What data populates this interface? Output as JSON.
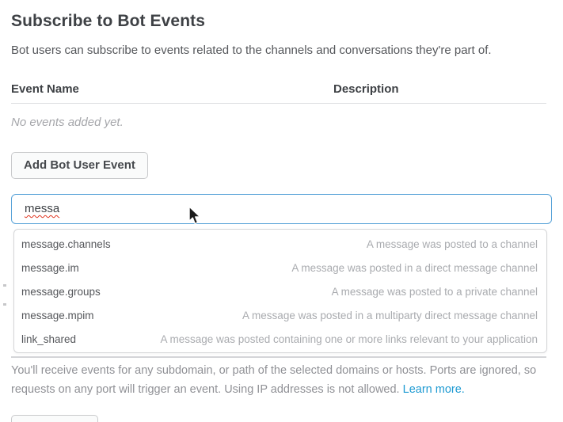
{
  "page": {
    "title": "Subscribe to Bot Events",
    "subtitle": "Bot users can subscribe to events related to the channels and conversations they're part of."
  },
  "events_table": {
    "columns": [
      "Event Name",
      "Description"
    ],
    "empty_text": "No events added yet."
  },
  "toolbar": {
    "add_event_label": "Add Bot User Event"
  },
  "search_input": {
    "value": "messa"
  },
  "suggestions": [
    {
      "name": "message.channels",
      "description": "A message was posted to a channel"
    },
    {
      "name": "message.im",
      "description": "A message was posted in a direct message channel"
    },
    {
      "name": "message.groups",
      "description": "A message was posted to a private channel"
    },
    {
      "name": "message.mpim",
      "description": "A message was posted in a multiparty direct message channel"
    },
    {
      "name": "link_shared",
      "description": "A message was posted containing one or more links relevant to your application"
    }
  ],
  "footer_note": {
    "line1": "You'll receive events for any subdomain, or path of the selected domains or hosts. Ports are ignored, so",
    "line2": "requests on any port will trigger an event. Using IP addresses is not allowed.",
    "link_label": "Learn more."
  },
  "colors": {
    "heading_text": "#3e4145",
    "body_text": "#55575b",
    "muted_text": "#a6a7ab",
    "link_blue": "#1d9ad2",
    "input_focus_border": "#57a2d8",
    "spellcheck_red": "#e0341f"
  }
}
